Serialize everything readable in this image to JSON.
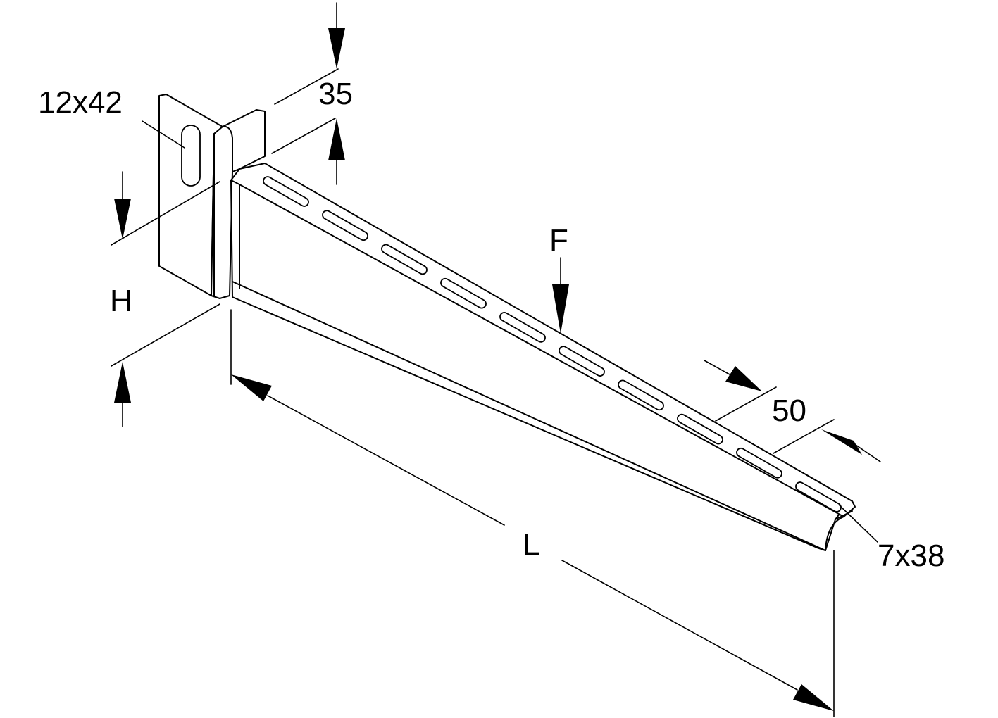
{
  "drawing": {
    "labels": {
      "slot_top": "12x42",
      "flange_width": "35",
      "load": "F",
      "height": "H",
      "slot_pitch": "50",
      "length": "L",
      "slot_arm": "7x38"
    },
    "arm_slot_count": 10
  }
}
